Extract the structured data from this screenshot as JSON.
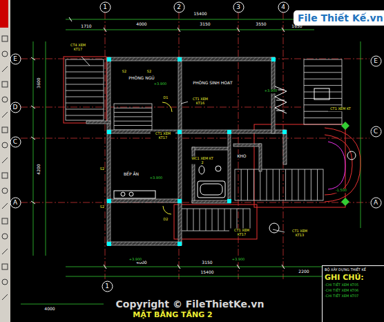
{
  "diagram": {
    "title": "MẶT BẰNG TẦNG 2",
    "nodes": [
      {
        "text": [
          "File Thiết Kế.vn"
        ]
      },
      {
        "text": [
          "1"
        ]
      },
      {
        "text": [
          "2"
        ]
      },
      {
        "text": [
          "3"
        ]
      },
      {
        "text": [
          "4"
        ]
      },
      {
        "text": [
          "E"
        ]
      },
      {
        "text": [
          "D"
        ]
      },
      {
        "text": [
          "C"
        ]
      },
      {
        "text": [
          "A"
        ]
      },
      {
        "text": [
          "E"
        ]
      },
      {
        "text": [
          "C"
        ]
      },
      {
        "text": [
          "A"
        ]
      },
      {
        "text": [
          "1"
        ]
      },
      {
        "text": [
          "BỘ XÂY DỰNG THIẾT KẾ",
          "GHI CHÚ:",
          "-CHI TIẾT XEM KT05",
          "-CHI TIẾT XEM KT06",
          "-CHI TIẾT XEM KT07"
        ]
      }
    ],
    "labels": [
      "15400",
      "4000",
      "3150",
      "3550",
      "1710",
      "1650",
      "3600",
      "4200",
      "4000",
      "3150",
      "15400",
      "2200",
      "4000",
      "CT4 XEM KT17",
      "CT1 XEM KT17",
      "CT1 XEM KT16",
      "WC1 XEM KT 2",
      "CT1 XEM KT17",
      "CT1 XEM KT13",
      "CT1 XEM KT",
      "PHÒNG NGỦ",
      "PHÒNG SINH HOẠT",
      "BẾP ĂN",
      "KHO",
      "+3.900",
      "+3.900",
      "+3.900",
      "+3.900",
      "+3.900",
      "-1.500",
      "S2",
      "S2",
      "S2",
      "S2",
      "D1",
      "D2",
      "Copyright © FileThietKe.vn"
    ]
  }
}
